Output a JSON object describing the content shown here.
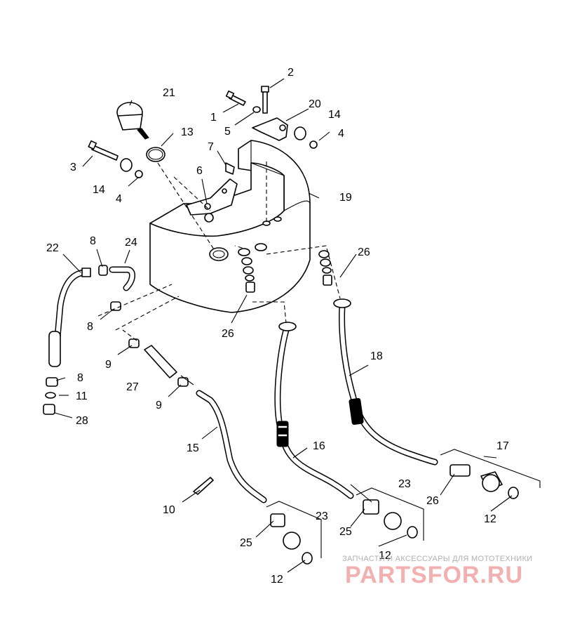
{
  "diagram": {
    "callouts": {
      "c1": "1",
      "c2": "2",
      "c3": "3",
      "c4a": "4",
      "c4b": "4",
      "c5": "5",
      "c6": "6",
      "c7": "7",
      "c8a": "8",
      "c8b": "8",
      "c8c": "8",
      "c9a": "9",
      "c9b": "9",
      "c10": "10",
      "c11": "11",
      "c12a": "12",
      "c12b": "12",
      "c12c": "12",
      "c13": "13",
      "c14a": "14",
      "c14b": "14",
      "c15": "15",
      "c16": "16",
      "c17": "17",
      "c18": "18",
      "c19": "19",
      "c20": "20",
      "c21": "21",
      "c22": "22",
      "c23a": "23",
      "c23b": "23",
      "c24": "24",
      "c25a": "25",
      "c25b": "25",
      "c26a": "26",
      "c26b": "26",
      "c26c": "26",
      "c27": "27",
      "c28": "28"
    }
  },
  "watermark": {
    "tagline": "ЗАПЧАСТИ И АКСЕССУАРЫ ДЛЯ МОТОТЕХНИКИ",
    "logo": "PARTSFOR.RU"
  },
  "colors": {
    "line": "#000000",
    "background": "#ffffff",
    "watermark": "#f2b0b0"
  }
}
